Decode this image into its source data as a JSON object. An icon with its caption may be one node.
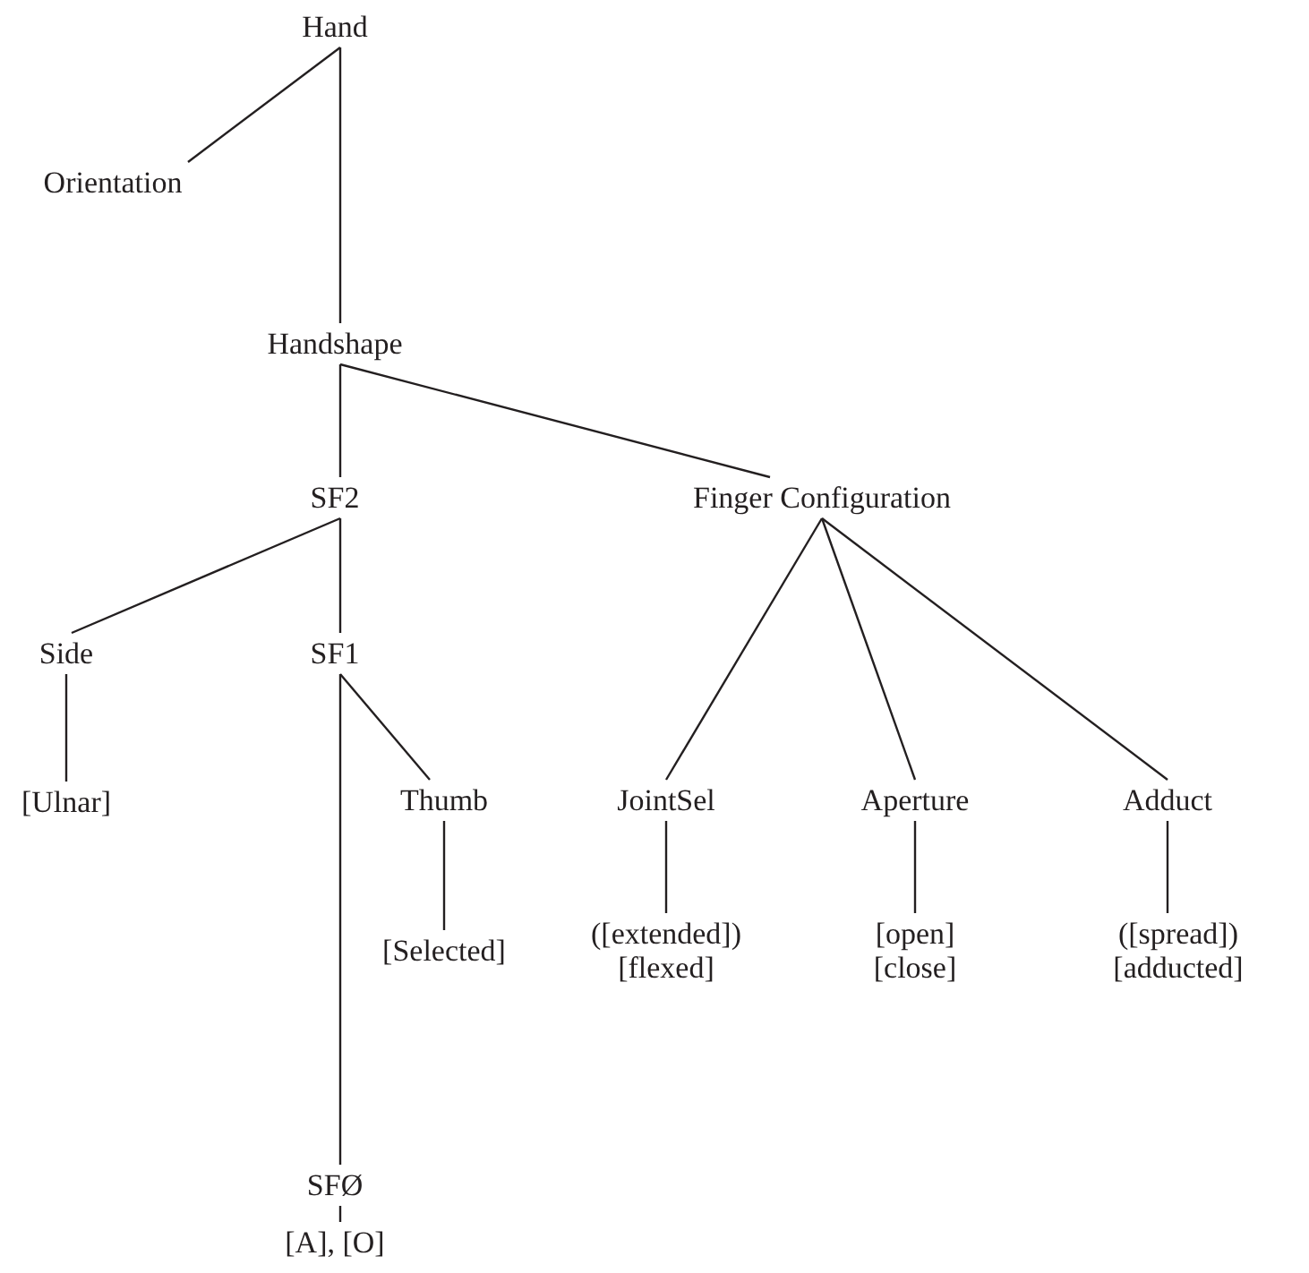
{
  "diagram": {
    "nodes": [
      {
        "text": [
          "Hand"
        ]
      },
      {
        "text": [
          "Orientation"
        ]
      },
      {
        "text": [
          "Handshape"
        ]
      },
      {
        "text": [
          "SF2"
        ]
      },
      {
        "text": [
          "Finger Configuration"
        ]
      },
      {
        "text": [
          "Side"
        ]
      },
      {
        "text": [
          "SF1"
        ]
      },
      {
        "text": [
          "Thumb"
        ]
      },
      {
        "text": [
          "JointSel"
        ]
      },
      {
        "text": [
          "Aperture"
        ]
      },
      {
        "text": [
          "Adduct"
        ]
      },
      {
        "text": [
          "[Ulnar]"
        ]
      },
      {
        "text": [
          "[Selected]"
        ]
      },
      {
        "text": [
          "([extended]) [flexed]"
        ]
      },
      {
        "text": [
          "[open] [close]"
        ]
      },
      {
        "text": [
          "([spread]) [adducted]"
        ]
      },
      {
        "text": [
          "SFØ"
        ]
      },
      {
        "text": [
          "[A], [O]"
        ]
      }
    ],
    "edges": [
      {
        "from": 0,
        "to": 1,
        "arrow": "none"
      },
      {
        "from": 0,
        "to": 2,
        "arrow": "none"
      },
      {
        "from": 2,
        "to": 3,
        "arrow": "none"
      },
      {
        "from": 2,
        "to": 4,
        "arrow": "none"
      },
      {
        "from": 3,
        "to": 5,
        "arrow": "none"
      },
      {
        "from": 3,
        "to": 6,
        "arrow": "none"
      },
      {
        "from": 4,
        "to": 8,
        "arrow": "none"
      },
      {
        "from": 4,
        "to": 9,
        "arrow": "none"
      },
      {
        "from": 4,
        "to": 10,
        "arrow": "none"
      },
      {
        "from": 5,
        "to": 11,
        "arrow": "none"
      },
      {
        "from": 6,
        "to": 7,
        "arrow": "none"
      },
      {
        "from": 6,
        "to": 16,
        "arrow": "none"
      },
      {
        "from": 7,
        "to": 12,
        "arrow": "none"
      },
      {
        "from": 8,
        "to": 13,
        "arrow": "none"
      },
      {
        "from": 9,
        "to": 14,
        "arrow": "none"
      },
      {
        "from": 10,
        "to": 15,
        "arrow": "none"
      },
      {
        "from": 16,
        "to": 17,
        "arrow": "none"
      }
    ]
  }
}
